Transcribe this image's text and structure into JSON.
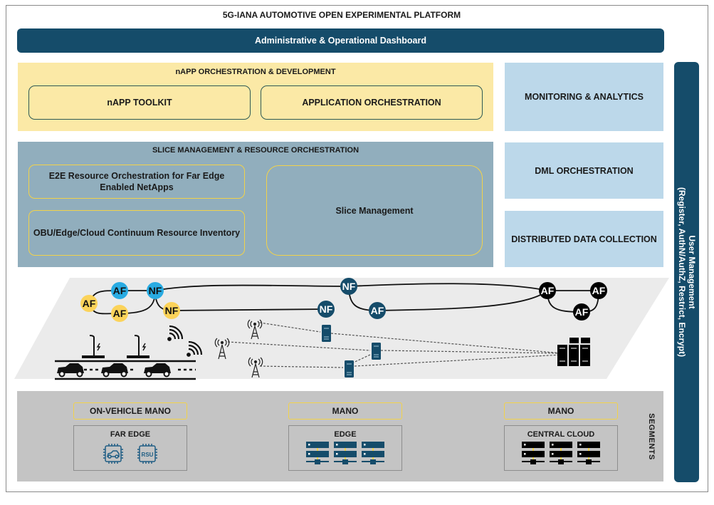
{
  "title": "5G-IANA AUTOMOTIVE OPEN EXPERIMENTAL PLATFORM",
  "dashboard": {
    "label": "Administrative & Operational Dashboard"
  },
  "napp_section": {
    "title": "nAPP ORCHESTRATION & DEVELOPMENT",
    "items": [
      "nAPP TOOLKIT",
      "APPLICATION ORCHESTRATION"
    ]
  },
  "slice_section": {
    "title": "SLICE MANAGEMENT & RESOURCE ORCHESTRATION",
    "e2e_line1": "E2E Resource Orchestration for Far Edge",
    "e2e_line2": "Enabled NetApps",
    "inventory": "OBU/Edge/Cloud Continuum Resource Inventory",
    "slice_mgmt": "Slice Management"
  },
  "right_panels": [
    "MONITORING & ANALYTICS",
    "DML ORCHESTRATION",
    "DISTRIBUTED DATA COLLECTION"
  ],
  "user_management": {
    "line1": "User Management",
    "line2": "(Register, AuthN/AuthZ, Restrict, Encrypt)"
  },
  "network_nodes": {
    "af": "AF",
    "nf": "NF",
    "rsu_label": "RSU"
  },
  "segments": {
    "label": "SEGMENTS",
    "columns": [
      {
        "mano": "ON-VEHICLE MANO",
        "tier": "FAR EDGE"
      },
      {
        "mano": "MANO",
        "tier": "EDGE"
      },
      {
        "mano": "MANO",
        "tier": "CENTRAL CLOUD"
      }
    ]
  },
  "colors": {
    "dark_blue": "#154c6a",
    "light_blue_node": "#29abe2",
    "yellow_node": "#fbd35a",
    "black_node": "#000000",
    "napp_bg": "#fbe9a6",
    "slice_bg": "#91aebd",
    "panel_bg": "#bcd8ea",
    "segments_bg": "#c4c4c4"
  }
}
